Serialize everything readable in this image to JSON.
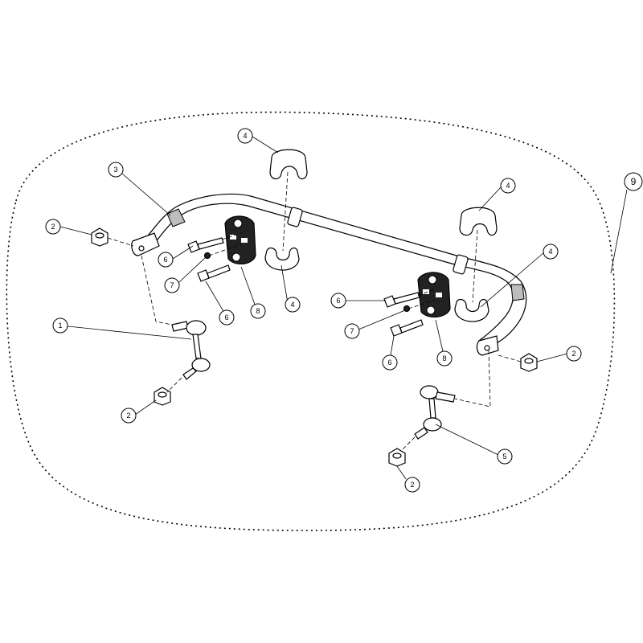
{
  "callouts": {
    "c1": "1",
    "c2a": "2",
    "c2b": "2",
    "c2c": "2",
    "c2d": "2",
    "c3": "3",
    "c4a": "4",
    "c4b": "4",
    "c4c": "4",
    "c4d": "4",
    "c5": "5",
    "c6a": "6",
    "c6b": "6",
    "c6c": "6",
    "c6d": "6",
    "c7a": "7",
    "c7b": "7",
    "c8a": "8",
    "c8b": "8",
    "c9": "9"
  },
  "colors": {
    "line": "#000000",
    "fill": "#ffffff",
    "shade": "#222222"
  }
}
